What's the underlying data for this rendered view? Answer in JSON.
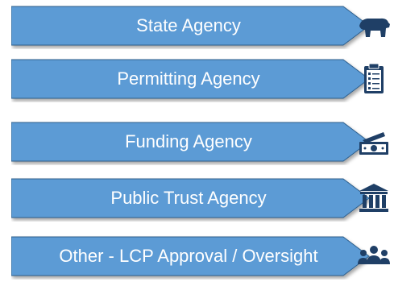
{
  "diagram": {
    "items": [
      {
        "label": "State Agency",
        "icon": "bear-icon"
      },
      {
        "label": "Permitting Agency",
        "icon": "clipboard-icon"
      },
      {
        "label": "Funding Agency",
        "icon": "money-icon"
      },
      {
        "label": "Public Trust Agency",
        "icon": "courthouse-icon"
      },
      {
        "label": "Other - LCP Approval / Oversight",
        "icon": "people-icon"
      }
    ],
    "colors": {
      "banner": "#5b9bd5",
      "banner_edge": "#2e5e8c",
      "icon": "#1f3f66"
    }
  }
}
